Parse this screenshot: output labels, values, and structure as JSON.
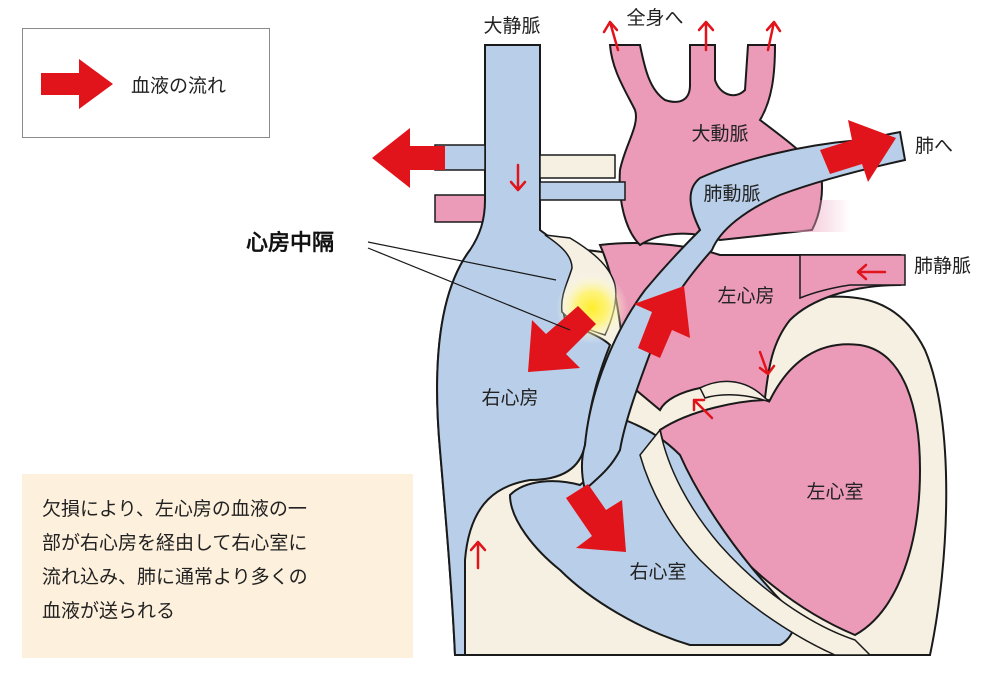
{
  "legend": {
    "label": "血液の流れ",
    "arrow_color": "#e1141b"
  },
  "labels": {
    "superior_vena_cava": "大静脈",
    "to_body": "全身へ",
    "aorta": "大動脈",
    "to_lungs": "肺へ",
    "pulmonary_artery": "肺動脈",
    "pulmonary_vein": "肺静脈",
    "atrial_septum": "心房中隔",
    "left_atrium": "左心房",
    "right_atrium": "右心房",
    "left_ventricle": "左心室",
    "right_ventricle": "右心室"
  },
  "note": {
    "lines": [
      "欠損により、左心房の血液の一",
      "部が右心房を経由して右心室に",
      "流れ込み、肺に通常より多くの",
      "血液が送られる"
    ]
  },
  "colors": {
    "deoxygenated": "#b9cfe9",
    "oxygenated": "#eb9bb8",
    "wall": "#f5f0e2",
    "outline": "#1a1a1a",
    "note_background": "#fdf0dd",
    "defect_highlight": "#fff14a"
  }
}
